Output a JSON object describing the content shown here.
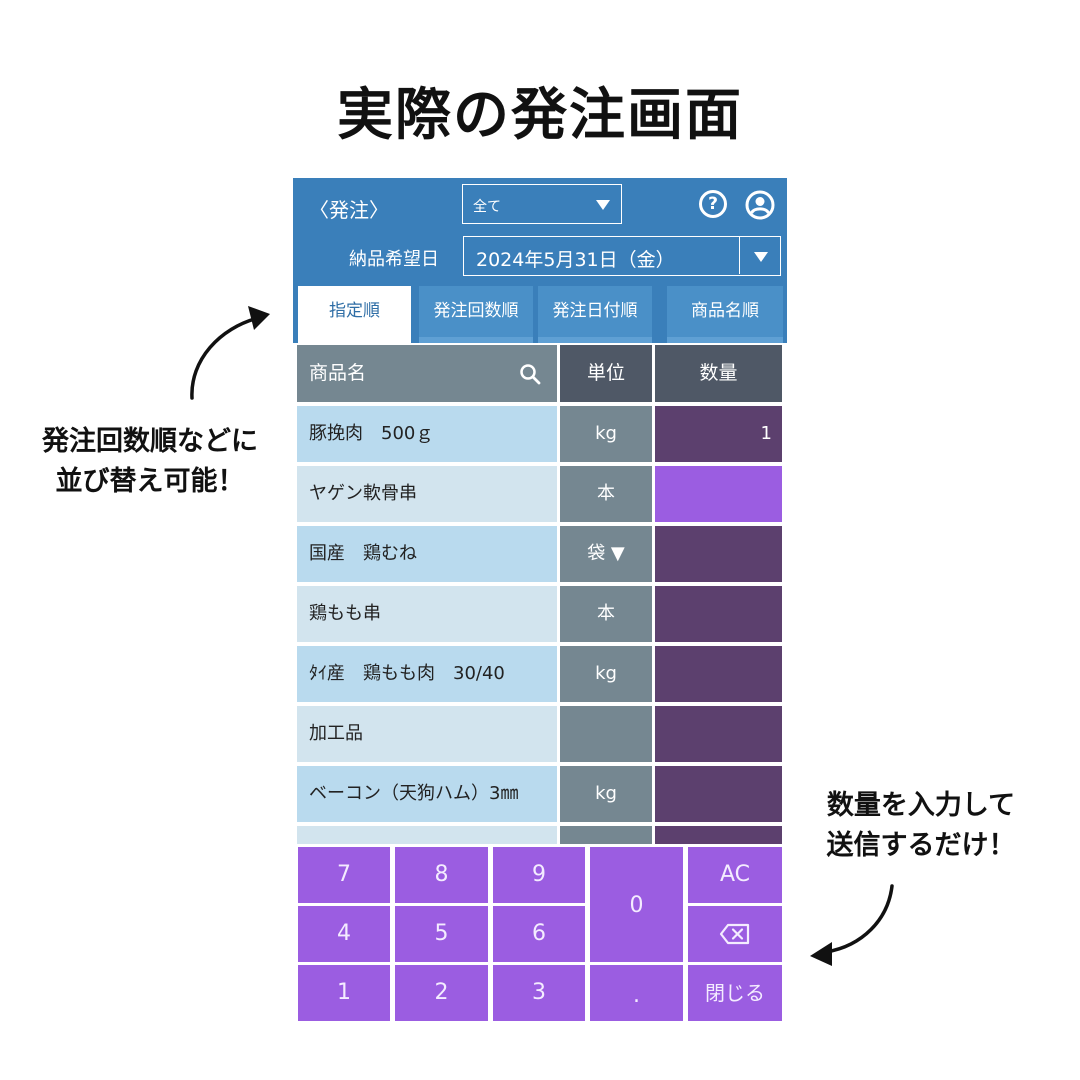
{
  "page_title": "実際の発注画面",
  "annotations": {
    "left": [
      "発注回数順などに",
      "並び替え可能！"
    ],
    "right": [
      "数量を入力して",
      "送信するだけ！"
    ]
  },
  "header": {
    "back_label": "〈発注〉",
    "filter_value": "全て",
    "help_symbol": "?",
    "date_label": "納品希望日",
    "date_value": "2024年5月31日（金）"
  },
  "tabs": [
    {
      "label": "指定順",
      "active": true
    },
    {
      "label": "発注回数順",
      "active": false
    },
    {
      "label": "発注日付順",
      "active": false
    },
    {
      "label": "商品名順",
      "active": false
    }
  ],
  "table": {
    "headers": {
      "name": "商品名",
      "unit": "単位",
      "qty": "数量"
    },
    "rows": [
      {
        "name": "豚挽肉　500ｇ",
        "unit": "kg",
        "qty": "1"
      },
      {
        "name": "ヤゲン軟骨串",
        "unit": "本",
        "qty": ""
      },
      {
        "name": "国産　鶏むね",
        "unit": "袋 ▼",
        "qty": ""
      },
      {
        "name": "鶏もも串",
        "unit": "本",
        "qty": ""
      },
      {
        "name": "ﾀｲ産　鶏もも肉　30/40",
        "unit": "kg",
        "qty": ""
      },
      {
        "name": "加工品",
        "unit": "",
        "qty": ""
      },
      {
        "name": "ベーコン（天狗ハム）3㎜",
        "unit": "kg",
        "qty": ""
      }
    ]
  },
  "keypad": {
    "k7": "7",
    "k8": "8",
    "k9": "9",
    "k0": "0",
    "ac": "AC",
    "k4": "4",
    "k5": "5",
    "k6": "6",
    "k1": "1",
    "k2": "2",
    "k3": "3",
    "dot": ".",
    "close": "閉じる"
  },
  "colors": {
    "header_bg": "#3a7fba",
    "selected_row": "#b9daee",
    "other_row": "#d2e4ee",
    "unit_col": "#758791",
    "qty_col": "#5c406e",
    "qty_active": "#9b5de1",
    "keypad": "#9b5de1"
  }
}
